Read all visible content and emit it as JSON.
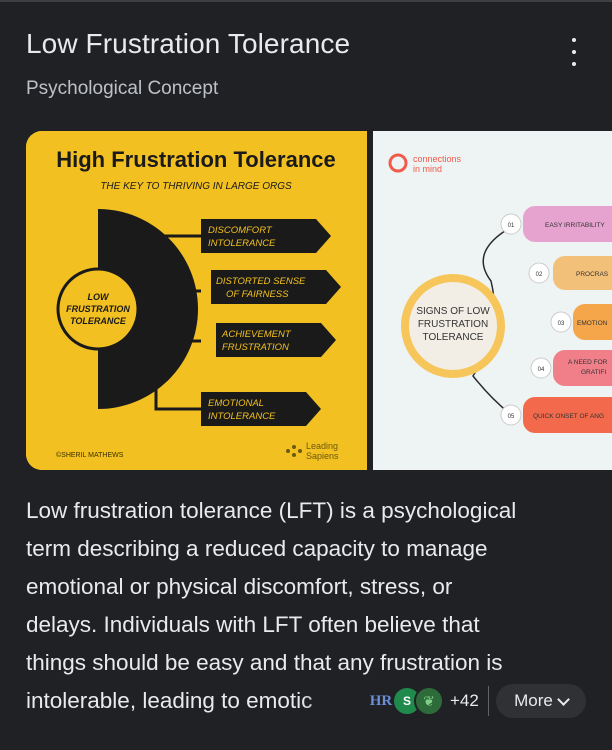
{
  "header": {
    "title": "Low Frustration Tolerance",
    "subtitle": "Psychological Concept",
    "menu_icon": "more-vert-icon"
  },
  "image1": {
    "title": "High Frustration Tolerance",
    "tagline": "THE KEY TO THRIVING IN LARGE ORGS",
    "center_label": [
      "LOW",
      "FRUSTRATION",
      "TOLERANCE"
    ],
    "arrows": [
      [
        "DISCOMFORT",
        "INTOLERANCE"
      ],
      [
        "DISTORTED SENSE",
        "OF FAIRNESS"
      ],
      [
        "ACHIEVEMENT",
        "FRUSTRATION"
      ],
      [
        "EMOTIONAL",
        "INTOLERANCE"
      ]
    ],
    "credit": "©SHERIL MATHEWS",
    "brand": [
      "Leading",
      "Sapiens"
    ],
    "bg_color": "#f2c020"
  },
  "image2": {
    "brand": [
      "connections",
      "in mind"
    ],
    "center_label": [
      "SIGNS OF LOW",
      "FRUSTRATION",
      "TOLERANCE"
    ],
    "items": [
      {
        "num": "01",
        "label": "EASY IRRITABILITY",
        "color": "#e6a3cf"
      },
      {
        "num": "02",
        "label": "PROCRAS",
        "color": "#f3c07a"
      },
      {
        "num": "03",
        "label": "EMOTION",
        "color": "#f5a64a"
      },
      {
        "num": "04",
        "label": [
          "A NEED FOR",
          "GRATIFI"
        ],
        "color": "#f07f8a"
      },
      {
        "num": "05",
        "label": "QUICK ONSET OF ANG",
        "color": "#f26a4b"
      }
    ]
  },
  "description": {
    "lines": [
      "Low frustration tolerance (LFT) is a psychological",
      "term describing a reduced capacity to manage",
      "emotional or physical discomfort, stress, or",
      "delays. Individuals with LFT often believe that",
      "things should be easy and that any frustration is",
      "intolerable, leading to emotic"
    ]
  },
  "sources": {
    "icons": [
      "HR",
      "S",
      "leaf"
    ],
    "extra_count": "+42"
  },
  "more_button": {
    "label": "More"
  }
}
